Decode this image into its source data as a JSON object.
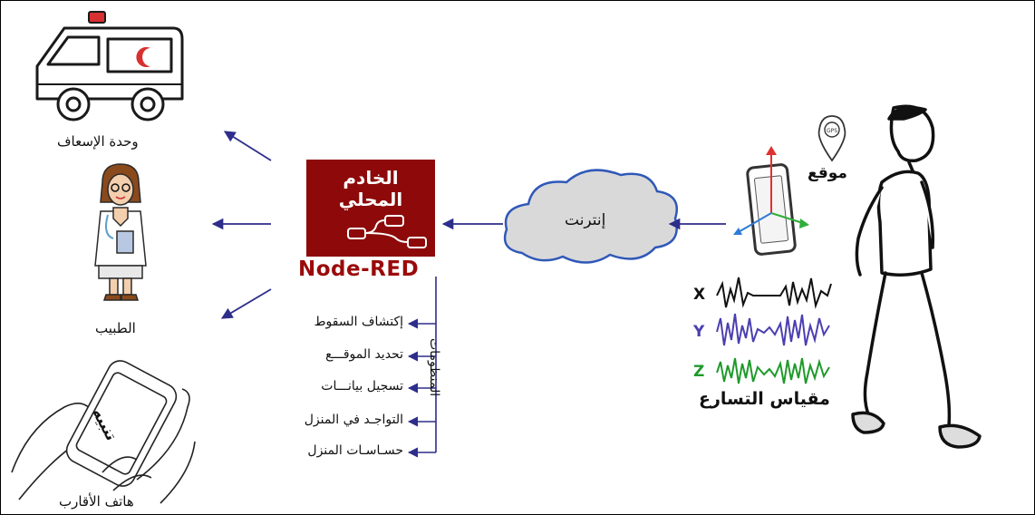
{
  "labels": {
    "ambulance": "وحدة الإسعاف",
    "doctor": "الطبيب",
    "relatives_phone": "هاتف الأقارب",
    "server": "الخادم المحلي",
    "node_red": "Node-RED",
    "internet": "إنترنت",
    "location": "موقع",
    "gps": "GPS",
    "accelerometer": "مقياس التسارع",
    "alert": "تنبيه",
    "systems": "المنظومات"
  },
  "systems": [
    "إكتشاف السقوط",
    "تحديد الموقـــع",
    "تسجيل بيانـــات",
    "التواجـد في المنزل",
    "حسـاسـات المنزل"
  ],
  "axes": [
    "X",
    "Y",
    "Z"
  ],
  "colors": {
    "server_bg": "#8e0a0a",
    "node_red_text": "#9a0a0a",
    "arrow": "#2d2d8a",
    "cloud_fill": "#d9d9d9",
    "cloud_stroke": "#2f58b8",
    "x_signal": "#111111",
    "y_signal": "#4a3fb0",
    "z_signal": "#1f9a2a",
    "axis_up": "#e03030",
    "axis_side": "#2d7bd6",
    "axis_green": "#2fae3a"
  }
}
